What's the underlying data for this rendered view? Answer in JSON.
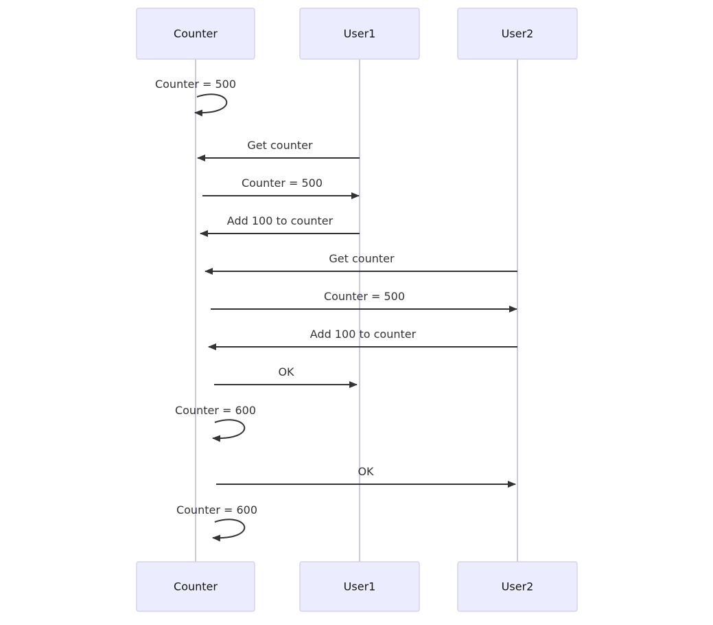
{
  "diagram": {
    "type": "sequence-diagram",
    "actors": [
      {
        "name": "Counter"
      },
      {
        "name": "User1"
      },
      {
        "name": "User2"
      }
    ],
    "messages": [
      {
        "label": "Counter = 500",
        "from": "Counter",
        "to": "Counter",
        "kind": "self-loop"
      },
      {
        "label": "Get counter",
        "from": "User1",
        "to": "Counter",
        "kind": "solid-arrow"
      },
      {
        "label": "Counter = 500",
        "from": "Counter",
        "to": "User1",
        "kind": "solid-arrow"
      },
      {
        "label": "Add 100 to counter",
        "from": "User1",
        "to": "Counter",
        "kind": "solid-arrow"
      },
      {
        "label": "Get counter",
        "from": "User2",
        "to": "Counter",
        "kind": "solid-arrow"
      },
      {
        "label": "Counter = 500",
        "from": "Counter",
        "to": "User2",
        "kind": "solid-arrow"
      },
      {
        "label": "Add 100 to counter",
        "from": "User2",
        "to": "Counter",
        "kind": "solid-arrow"
      },
      {
        "label": "OK",
        "from": "Counter",
        "to": "User1",
        "kind": "solid-arrow"
      },
      {
        "label": "Counter = 600",
        "from": "Counter",
        "to": "Counter",
        "kind": "self-loop"
      },
      {
        "label": "OK",
        "from": "Counter",
        "to": "User2",
        "kind": "solid-arrow"
      },
      {
        "label": "Counter = 600",
        "from": "Counter",
        "to": "Counter",
        "kind": "self-loop"
      }
    ],
    "colors": {
      "background": "#ffffff",
      "actor_fill": "#ECECFF",
      "actor_border": "#D6D2EE",
      "actor_text": "#131313",
      "lifeline": "#CEC5E8",
      "message": "#333333",
      "message_text": "#333333"
    }
  }
}
